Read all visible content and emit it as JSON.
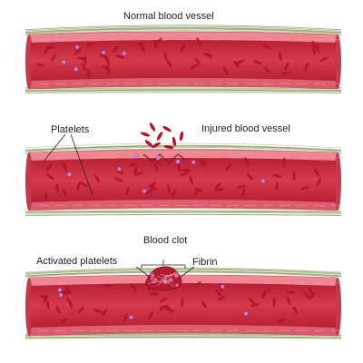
{
  "labels": {
    "normal_vessel": "Normal blood vessel",
    "platelets": "Platelets",
    "injured_vessel": "Injured blood vessel",
    "blood_clot": "Blood clot",
    "activated_platelets": "Activated platelets",
    "fibrin": "Fibrin"
  },
  "colors": {
    "vessel_wall": "#e56f7d",
    "vessel_lumen": "#c8283c",
    "lumen_light": "#d84456",
    "red_cell": "#b3132a",
    "platelet": "#b88ad8",
    "fiber": "#8ea36a",
    "leader_line": "#222222"
  }
}
